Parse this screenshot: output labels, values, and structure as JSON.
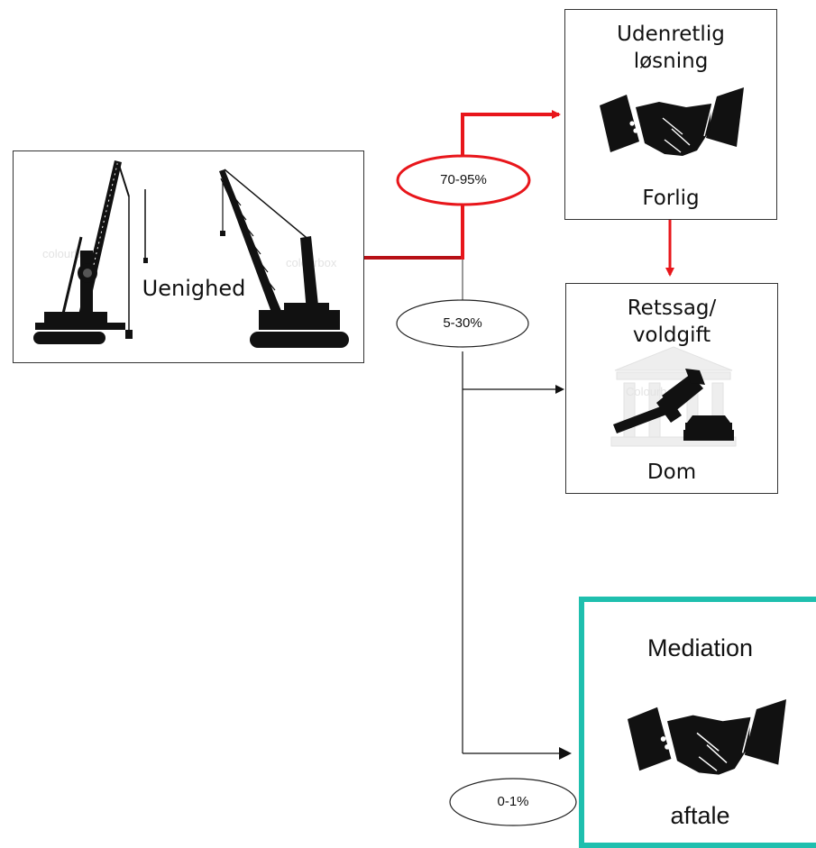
{
  "source_box": {
    "label": "Uenighed",
    "watermark_1": "colourbox",
    "watermark_2": "colourbox",
    "icon": "crawler-crane-icon"
  },
  "settlement_box": {
    "title_line1": "Udenretlig",
    "title_line2": "løsning",
    "result": "Forlig",
    "icon": "handshake-icon"
  },
  "court_box": {
    "title_line1": "Retssag/",
    "title_line2": "voldgift",
    "result": "Dom",
    "icon": "gavel-icon",
    "watermark": "Colourbox"
  },
  "mediation_box": {
    "title": "Mediation",
    "result": "aftale",
    "icon": "handshake-icon",
    "border_color": "#1fbfae"
  },
  "percentages": {
    "settlement": "70-95%",
    "court": "5-30%",
    "mediation": "0-1%"
  },
  "colors": {
    "highlight_path": "#e8161b",
    "connector": "#111111",
    "mediation_border": "#1fbfae"
  }
}
